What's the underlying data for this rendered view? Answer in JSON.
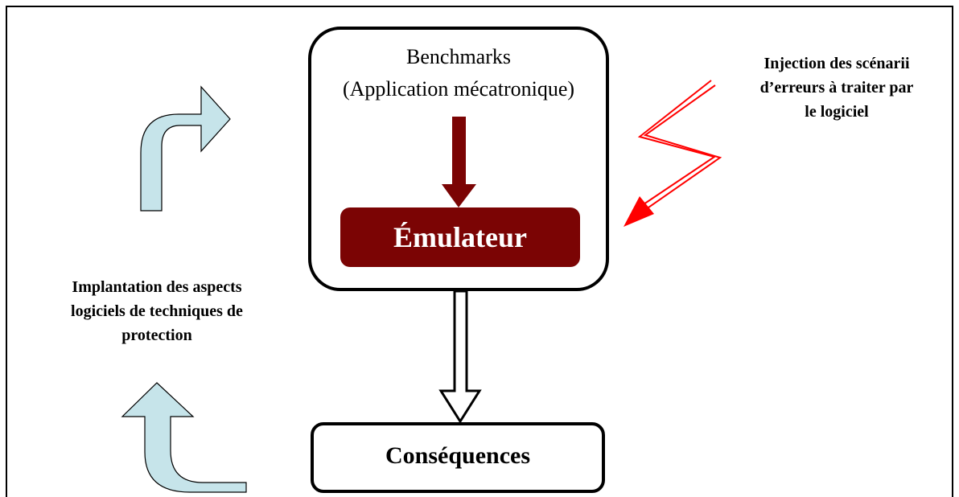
{
  "diagram": {
    "benchmarks_box": {
      "title": "Benchmarks",
      "subtitle": "(Application mécatronique)"
    },
    "emulator_box": {
      "label": "Émulateur",
      "fill": "#7b0404"
    },
    "consequences_box": {
      "label": "Conséquences"
    },
    "injection_label": {
      "lines": [
        "Injection des scénarii",
        "d’erreurs à traiter par",
        "le logiciel"
      ]
    },
    "protection_label": {
      "lines": [
        "Implantation des aspects",
        "logiciels de techniques de",
        "protection"
      ]
    },
    "colors": {
      "inner_arrow": "#7b0404",
      "lightning": "#ff0000",
      "loop_arrows": "#c6e4ea",
      "stroke": "#000000"
    }
  }
}
